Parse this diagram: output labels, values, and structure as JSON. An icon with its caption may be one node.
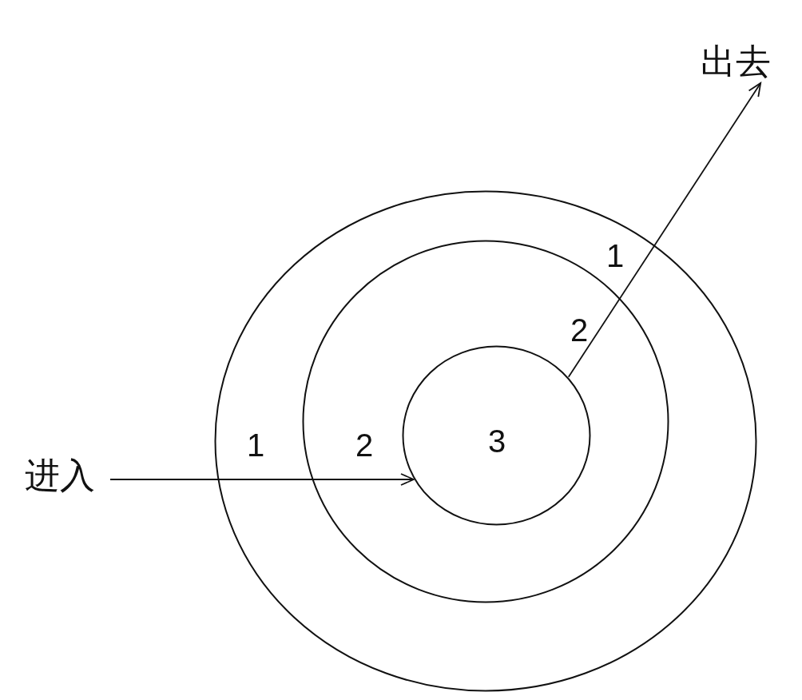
{
  "diagram": {
    "nodes": [
      {
        "text": [
          "1",
          "1"
        ]
      },
      {
        "text": [
          "2",
          "2"
        ],
        "in": 0
      },
      {
        "text": [
          "3"
        ],
        "in": 1
      },
      {
        "text": [
          "进入"
        ]
      },
      {
        "text": [
          "出去"
        ]
      }
    ],
    "edges": [
      {
        "from": 3,
        "to": 2,
        "arrow": "to"
      },
      {
        "from": 2,
        "to": 4,
        "arrow": "to"
      }
    ]
  }
}
